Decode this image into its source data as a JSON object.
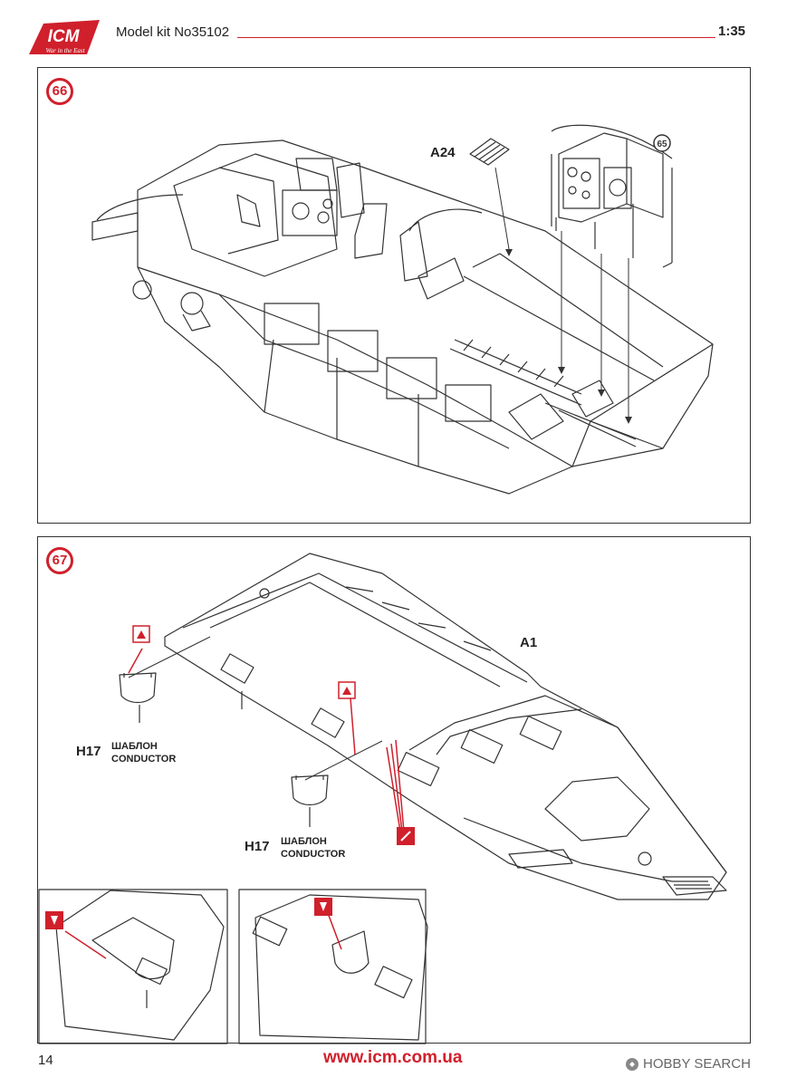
{
  "header": {
    "logo_text": "ICM",
    "logo_tagline": "War in the East",
    "kit_label": "Model kit No35102",
    "scale": "1:35"
  },
  "step66": {
    "number": "66",
    "part_a24": "A24",
    "ref_step": "65"
  },
  "step67": {
    "number": "67",
    "part_a1": "A1",
    "h17_a": {
      "part": "H17",
      "ru": "ШАБЛОН",
      "en": "CONDUCTOR"
    },
    "h17_b": {
      "part": "H17",
      "ru": "ШАБЛОН",
      "en": "CONDUCTOR"
    }
  },
  "footer": {
    "page_number": "14",
    "url": "www.icm.com.ua",
    "watermark": "HOBBY SEARCH"
  },
  "colors": {
    "accent": "#d0202c",
    "line": "#333333"
  }
}
